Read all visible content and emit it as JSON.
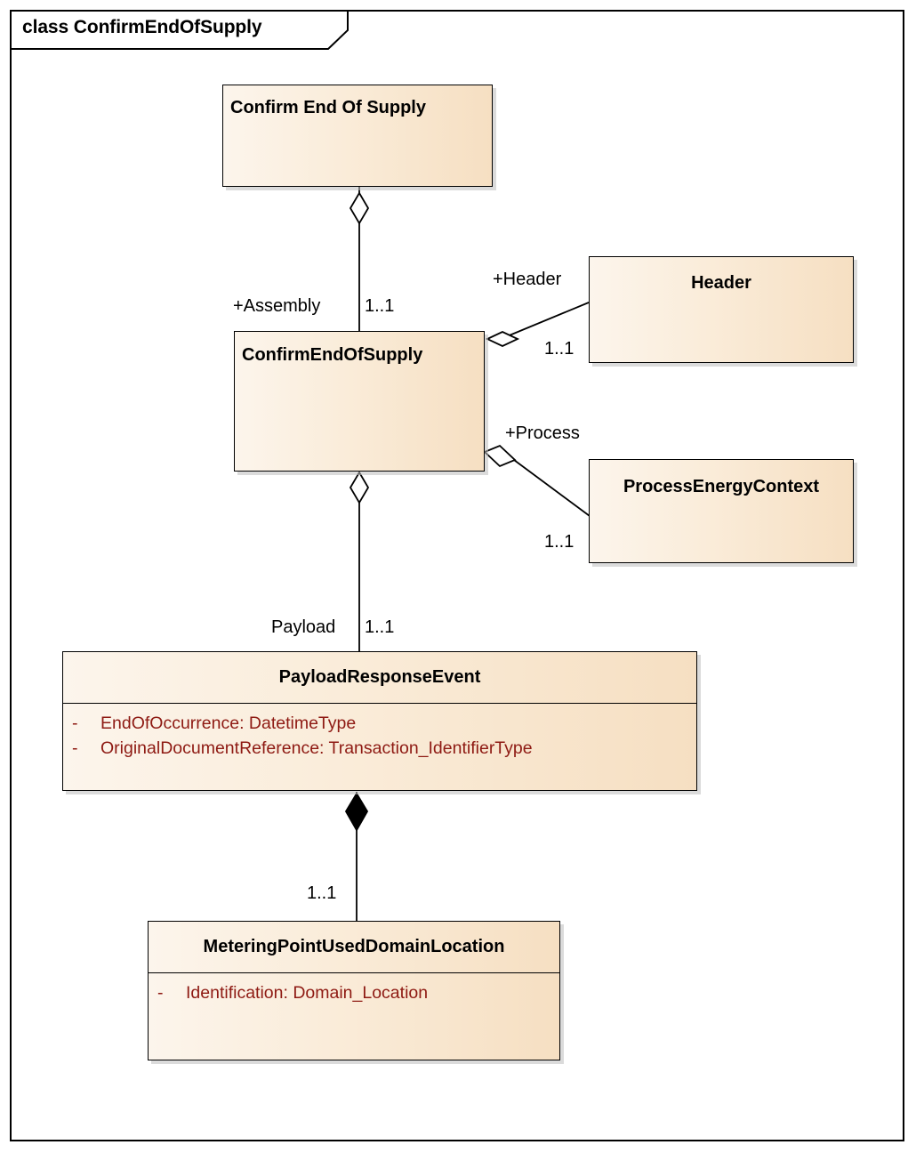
{
  "frame": {
    "label": "class ConfirmEndOfSupply"
  },
  "classes": {
    "confirm_end_of_supply_spaced": {
      "name": "Confirm End Of Supply",
      "attributes": []
    },
    "confirm_end_of_supply": {
      "name": "ConfirmEndOfSupply",
      "attributes": []
    },
    "header": {
      "name": "Header",
      "attributes": []
    },
    "process_energy_context": {
      "name": "ProcessEnergyContext",
      "attributes": []
    },
    "payload_response_event": {
      "name": "PayloadResponseEvent",
      "attributes": [
        {
          "visibility": "-",
          "text": "EndOfOccurrence: DatetimeType"
        },
        {
          "visibility": "-",
          "text": "OriginalDocumentReference: Transaction_IdentifierType"
        }
      ]
    },
    "metering_point_used_domain_location": {
      "name": "MeteringPointUsedDomainLocation",
      "attributes": [
        {
          "visibility": "-",
          "text": "Identification: Domain_Location"
        }
      ]
    }
  },
  "associations": {
    "assembly": {
      "role": "+Assembly",
      "multiplicity": "1..1",
      "kind": "aggregation"
    },
    "header": {
      "role": "+Header",
      "multiplicity": "1..1",
      "kind": "aggregation"
    },
    "process": {
      "role": "+Process",
      "multiplicity": "1..1",
      "kind": "aggregation"
    },
    "payload": {
      "role": "Payload",
      "multiplicity": "1..1",
      "kind": "aggregation"
    },
    "metering_point": {
      "role": "",
      "multiplicity": "1..1",
      "kind": "composition"
    }
  },
  "colors": {
    "class_fill_light": "#fcf5ec",
    "class_fill_dark": "#f6dfc2",
    "border": "#000000",
    "attribute_text": "#8e1a13",
    "title_text": "#000000",
    "shadow": "#bebebe"
  }
}
